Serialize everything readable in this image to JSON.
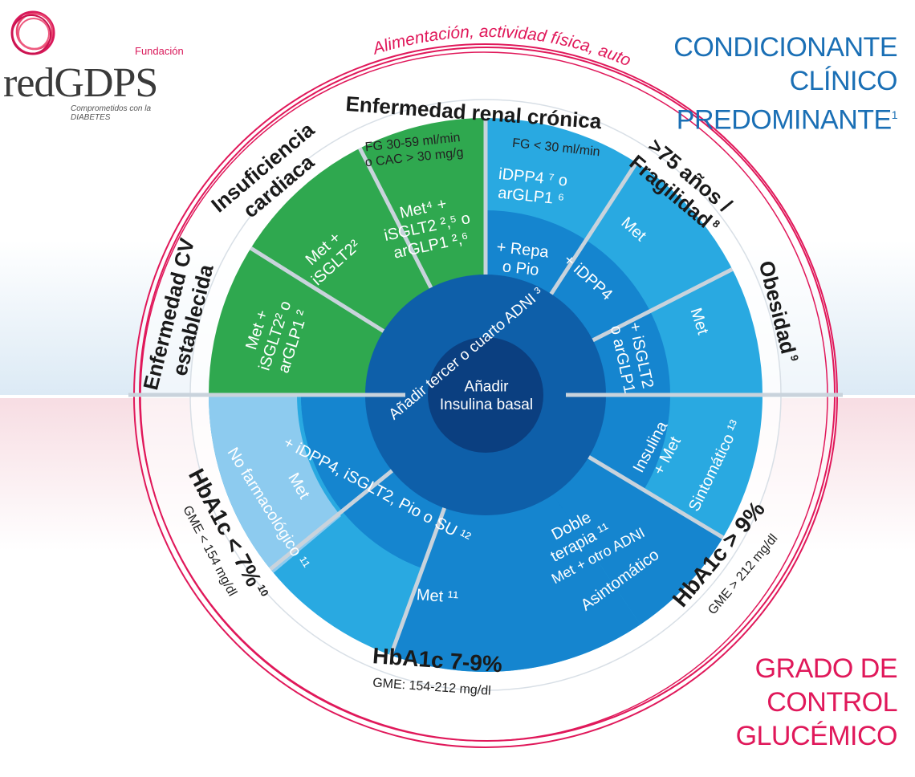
{
  "logo": {
    "foundation": "Fundación",
    "name": "redGDPS",
    "tagline": "Comprometidos con la DIABETES"
  },
  "outer_ring_text": "Alimentación, actividad física, autocontrol, educación y apoyo",
  "labels": {
    "condicionante": [
      "CONDICIONANTE",
      "CLÍNICO",
      "PREDOMINANTE"
    ],
    "condicionante_sup": "1",
    "grado": [
      "GRADO DE",
      "CONTROL",
      "GLUCÉMICO"
    ]
  },
  "conditions": {
    "erc_title": "Enfermedad renal crónica",
    "erc_sub1": [
      "FG 30-59 ml/min",
      "o CAC > 30 mg/g"
    ],
    "erc_sub2": "FG < 30 ml/min",
    "ic": [
      "Insuficiencia",
      "cardiaca"
    ],
    "ecv": [
      "Enfermedad CV",
      "establecida"
    ],
    "old": [
      ">75 años /",
      "Fragilidad"
    ],
    "old_sup": "8",
    "obes": "Obesidad",
    "obes_sup": "9"
  },
  "grades": {
    "low_main": "HbA1c < 7%",
    "low_sup": "10",
    "low_sub": "GME < 154 mg/dl",
    "mid_main": "HbA1c 7-9%",
    "mid_sub": "GME: 154-212 mg/dl",
    "high_main": "HbA1c > 9%",
    "high_sub": "GME > 212 mg/dl"
  },
  "treatments": {
    "ecv": [
      "Met +",
      "iSGLT2² o",
      "arGLP1 ²"
    ],
    "ic": [
      "Met +",
      "iSGLT2²"
    ],
    "erc1": [
      "Met⁴ +",
      "iSGLT2 ²,⁵ o",
      "arGLP1 ²,⁶"
    ],
    "erc2_outer": [
      "iDPP4 ⁷ o",
      "arGLP1 ⁶"
    ],
    "erc2_inner": [
      "+ Repa",
      "o Pio"
    ],
    "old_outer": "Met",
    "old_inner": "+ iDPP4",
    "obes_outer": "Met",
    "obes_inner": [
      "+ iSGLT2",
      "o arGLP1"
    ],
    "nofarm": "No farmacológico ¹¹",
    "low_met": "Met",
    "mid_met": "Met ¹¹",
    "lower_inner": "+ iDPP4, iSGLT2, Pio o SU ¹²",
    "doble": [
      "Doble",
      "terapia ¹¹"
    ],
    "doble_sub": "Met + otro ADNI",
    "asint": "Asintomático",
    "sint": "Sintomático ¹³",
    "insulina": [
      "Insulina",
      "+ Met"
    ]
  },
  "center": {
    "third": "Añadir tercer o cuarto ADNI ³",
    "basal": [
      "Añadir",
      "Insulina basal"
    ]
  },
  "colors": {
    "green": "#2fa84f",
    "light_blue": "#29a9e1",
    "mid_blue": "#1585cf",
    "dark_blue": "#0e5fa9",
    "navy": "#0b3f80",
    "pink": "#e0185a",
    "condicionante_blue": "#1a6fb5",
    "pale_blue_bg": "#dceaf5",
    "pale_pink_bg": "#f7dde3",
    "pale_nofarm": "#8dcbef"
  }
}
